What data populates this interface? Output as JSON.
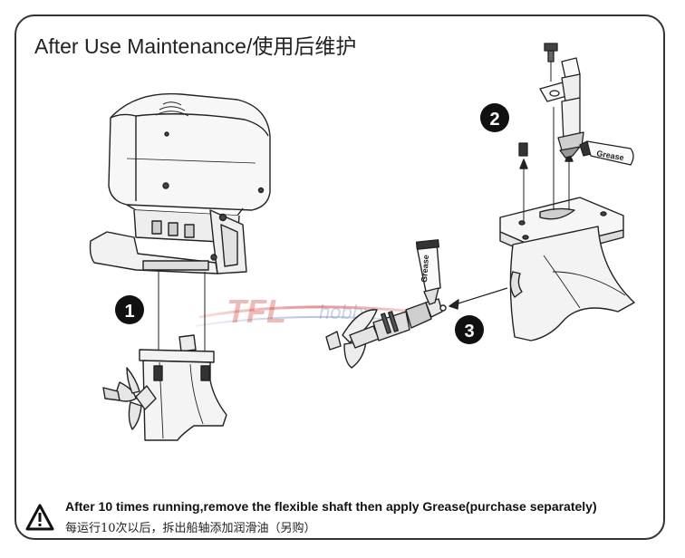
{
  "title": "After Use Maintenance/使用后维护",
  "steps": [
    {
      "label": "1"
    },
    {
      "label": "2"
    },
    {
      "label": "3"
    }
  ],
  "labels": {
    "grease_1": "Grease",
    "grease_2": "Grease"
  },
  "watermark": {
    "text": "TFL hobby"
  },
  "note": {
    "icon": "warning-triangle-icon",
    "text_en": "After 10 times running,remove the flexible shaft then apply Grease(purchase separately)",
    "text_cn": "每运行10次以后，拆出船轴添加润滑油（另购）"
  },
  "colors": {
    "line": "#222222",
    "fill": "#f7f7f7",
    "shade": "#d9d9d9",
    "watermark_red": "#d23a3a",
    "watermark_blue": "#6f86b8"
  }
}
